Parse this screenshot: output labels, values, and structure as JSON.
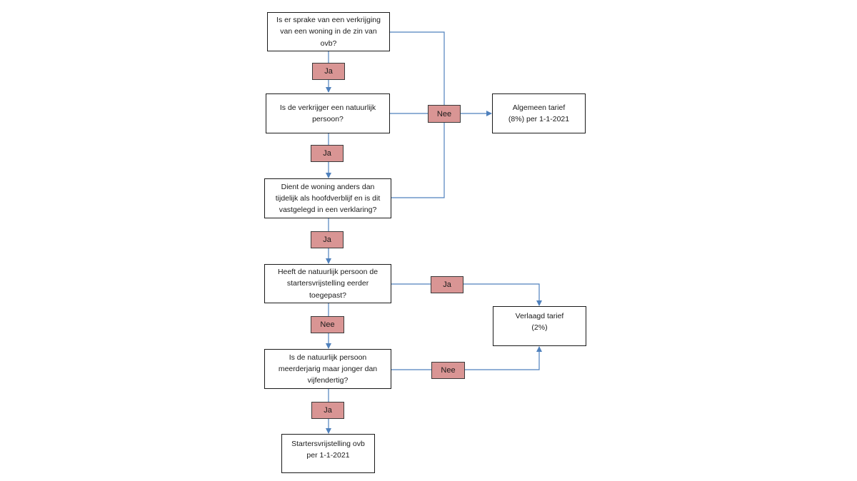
{
  "colors": {
    "connector": "#4f81bd",
    "label_fill": "#d99594",
    "box_border": "#1a1a1a"
  },
  "questions": {
    "q1": [
      "Is er sprake van een verkrijging",
      "van een woning in de zin van",
      "ovb?"
    ],
    "q2": [
      "Is de verkrijger een natuurlijk",
      "persoon?"
    ],
    "q3": [
      "Dient de woning anders dan",
      "tijdelijk als hoofdverblijf en is dit",
      "vastgelegd in een verklaring?"
    ],
    "q4": [
      "Heeft de natuurlijk persoon de",
      "startersvrijstelling eerder",
      "toegepast?"
    ],
    "q5": [
      "Is de natuurlijk persoon",
      "meerderjarig maar jonger dan",
      "vijfendertig?"
    ]
  },
  "outcomes": {
    "general": [
      "Algemeen tarief",
      "(8%) per 1-1-2021"
    ],
    "reduced": [
      "Verlaagd tarief",
      "(2%)"
    ],
    "starter": [
      "Startersvrijstelling ovb",
      "per 1-1-2021"
    ]
  },
  "labels": {
    "ja1": "Ja",
    "ja2": "Ja",
    "ja3": "Ja",
    "nee4": "Nee",
    "ja5": "Ja",
    "nee_general": "Nee",
    "ja_reduced": "Ja",
    "nee_reduced": "Nee"
  }
}
